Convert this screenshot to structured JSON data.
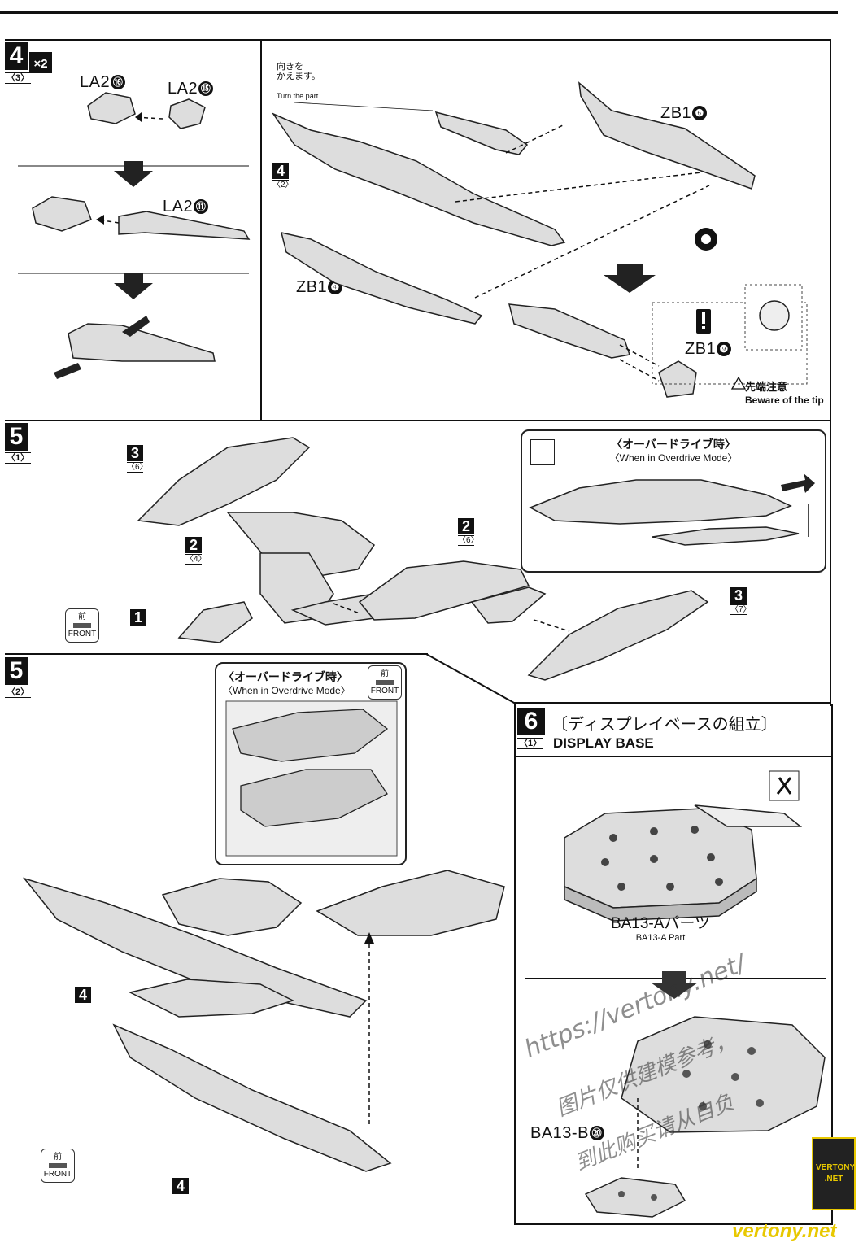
{
  "step4": {
    "number": "4",
    "sub": "〈3〉",
    "multiplier": "×2",
    "parts": {
      "la2_16": {
        "prefix": "LA2",
        "num": "⑯"
      },
      "la2_15": {
        "prefix": "LA2",
        "num": "⑮"
      },
      "la2_11": {
        "prefix": "LA2",
        "num": "⑪"
      },
      "zb1_6": {
        "prefix": "ZB1",
        "num": "❻"
      },
      "zb1_4": {
        "prefix": "ZB1",
        "num": "❹"
      },
      "zb1_9": {
        "prefix": "ZB1",
        "num": "❾"
      }
    },
    "turn_note_jp": "向きを\nかえます。",
    "turn_note_en": "Turn the part.",
    "sub_ref_num": "4",
    "sub_ref_sub": "〈2〉",
    "caution_jp": "先端注意",
    "caution_en": "Beware of the tip"
  },
  "step5a": {
    "number": "5",
    "sub": "〈1〉",
    "refs": [
      {
        "num": "3",
        "sub": "〈6〉"
      },
      {
        "num": "2",
        "sub": "〈4〉"
      },
      {
        "num": "1",
        "sub": ""
      },
      {
        "num": "2",
        "sub": "〈6〉"
      },
      {
        "num": "3",
        "sub": "〈7〉"
      }
    ],
    "overdrive_jp": "〈オーバードライブ時〉",
    "overdrive_en": "〈When in Overdrive Mode〉",
    "front_jp": "前",
    "front_en": "FRONT"
  },
  "step5b": {
    "number": "5",
    "sub": "〈2〉",
    "overdrive_jp": "〈オーバードライブ時〉",
    "overdrive_en": "〈When in Overdrive Mode〉",
    "front_jp": "前",
    "front_en": "FRONT",
    "refs": [
      {
        "num": "4"
      },
      {
        "num": "4"
      }
    ]
  },
  "step6": {
    "number": "6",
    "sub": "〈1〉",
    "title_jp": "〔ディスプレイベースの組立〕",
    "title_en": "DISPLAY BASE",
    "part_a_jp": "BA13-Aパーツ",
    "part_a_en": "BA13-A Part",
    "part_b": "BA13-B",
    "part_b_num": "⑳"
  },
  "watermarks": {
    "url": "https://vertony.net/",
    "cn1": "图片仅供建模参考，",
    "cn2": "到此购买请从自负",
    "logo": "VERTONY .NET",
    "footer": "vertony.net"
  },
  "colors": {
    "ink": "#111111",
    "part_fill": "#d9d9d9",
    "logo_yellow": "#e8c800"
  }
}
